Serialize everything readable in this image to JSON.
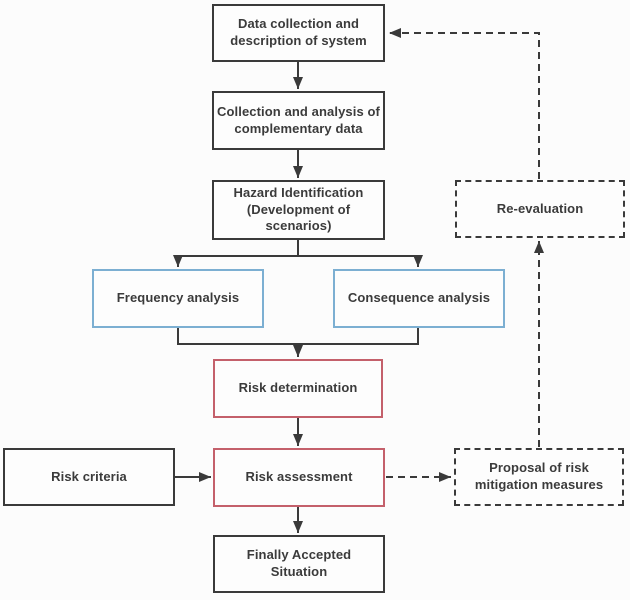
{
  "diagram": {
    "colors": {
      "line": "#3a3a3a",
      "blue_border": "#7cafd2",
      "red_border": "#c4606b",
      "black_border": "#3a3a3a",
      "background": "#fcfcfc"
    },
    "nodes": {
      "data_collection": {
        "label": "Data collection and\ndescription of system",
        "border": "solid-black"
      },
      "complementary_data": {
        "label": "Collection and analysis of\ncomplementary data",
        "border": "solid-black"
      },
      "hazard_identification": {
        "label": "Hazard Identification\n(Development of\nscenarios)",
        "border": "solid-black"
      },
      "frequency_analysis": {
        "label": "Frequency analysis",
        "border": "solid-blue"
      },
      "consequence_analysis": {
        "label": "Consequence analysis",
        "border": "solid-blue"
      },
      "risk_determination": {
        "label": "Risk determination",
        "border": "solid-red"
      },
      "risk_criteria": {
        "label": "Risk criteria",
        "border": "solid-black"
      },
      "risk_assessment": {
        "label": "Risk assessment",
        "border": "solid-red"
      },
      "proposal_mitigation": {
        "label": "Proposal of risk\nmitigation measures",
        "border": "dashed-black"
      },
      "re_evaluation": {
        "label": "Re-evaluation",
        "border": "dashed-black"
      },
      "finally_accepted": {
        "label": "Finally Accepted\nSituation",
        "border": "solid-black"
      }
    }
  }
}
